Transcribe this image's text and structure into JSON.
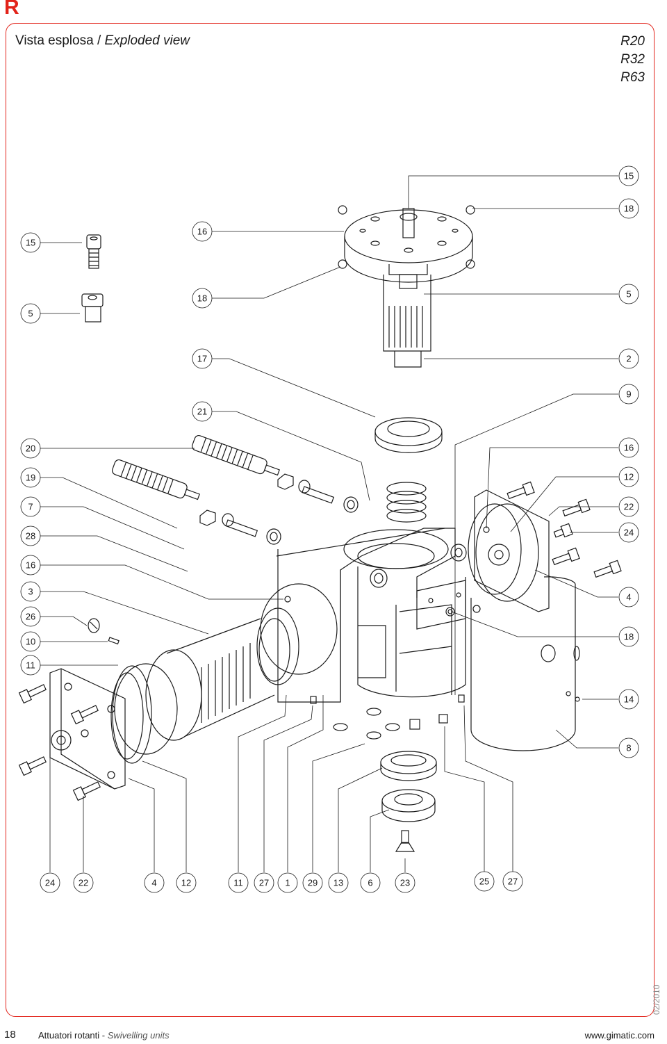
{
  "brand": "R",
  "header": {
    "title_it": "Vista esplosa",
    "separator": " / ",
    "title_en": "Exploded view",
    "models": [
      "R20",
      "R32",
      "R63"
    ]
  },
  "callouts": {
    "left": [
      "15",
      "5",
      "20",
      "19",
      "7",
      "28",
      "16",
      "3",
      "26",
      "10",
      "11"
    ],
    "center_top": [
      "16",
      "18",
      "17",
      "21"
    ],
    "right": [
      "15",
      "18",
      "5",
      "2",
      "9",
      "16",
      "12",
      "22",
      "24",
      "4",
      "18",
      "14",
      "8"
    ],
    "bottom": [
      "24",
      "22",
      "4",
      "12",
      "11",
      "27",
      "1",
      "29",
      "13",
      "6",
      "23",
      "25",
      "27"
    ]
  },
  "footer": {
    "page_number": "18",
    "section_it": "Attuatori rotanti",
    "section_sep": " - ",
    "section_en": "Swivelling units",
    "url": "www.gimatic.com",
    "date": "02/2010"
  },
  "colors": {
    "accent": "#e2231a",
    "line": "#1a1a1a"
  }
}
